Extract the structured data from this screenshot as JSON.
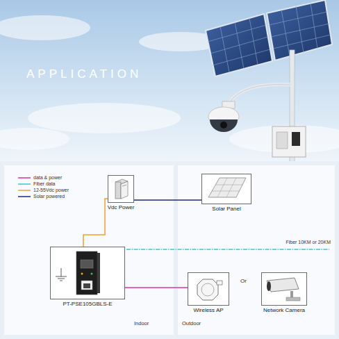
{
  "diagram": {
    "nodes": [
      {
        "text": [
          "Vdc Power"
        ]
      },
      {
        "text": [
          "Solar Panel"
        ]
      },
      {
        "text": [
          "PT-PSE105GBLS-E"
        ]
      },
      {
        "text": [
          "Wireless AP"
        ]
      },
      {
        "text": [
          "Network Camera"
        ]
      }
    ],
    "edges": [
      {
        "from": 0,
        "to": 1,
        "arrow": "none"
      },
      {
        "from": 0,
        "to": 2,
        "arrow": "none"
      },
      {
        "from": 2,
        "to": 3,
        "arrow": "none"
      }
    ],
    "labels": [
      "APPLICATION",
      "Fiber 10KM or 20KM",
      "Or",
      "Indoor",
      "Outdoor"
    ],
    "legend": [
      {
        "text": "data & power"
      },
      {
        "text": "Fiber data"
      },
      {
        "text": "12-55Vdc power"
      },
      {
        "text": "Solar powered"
      }
    ]
  }
}
